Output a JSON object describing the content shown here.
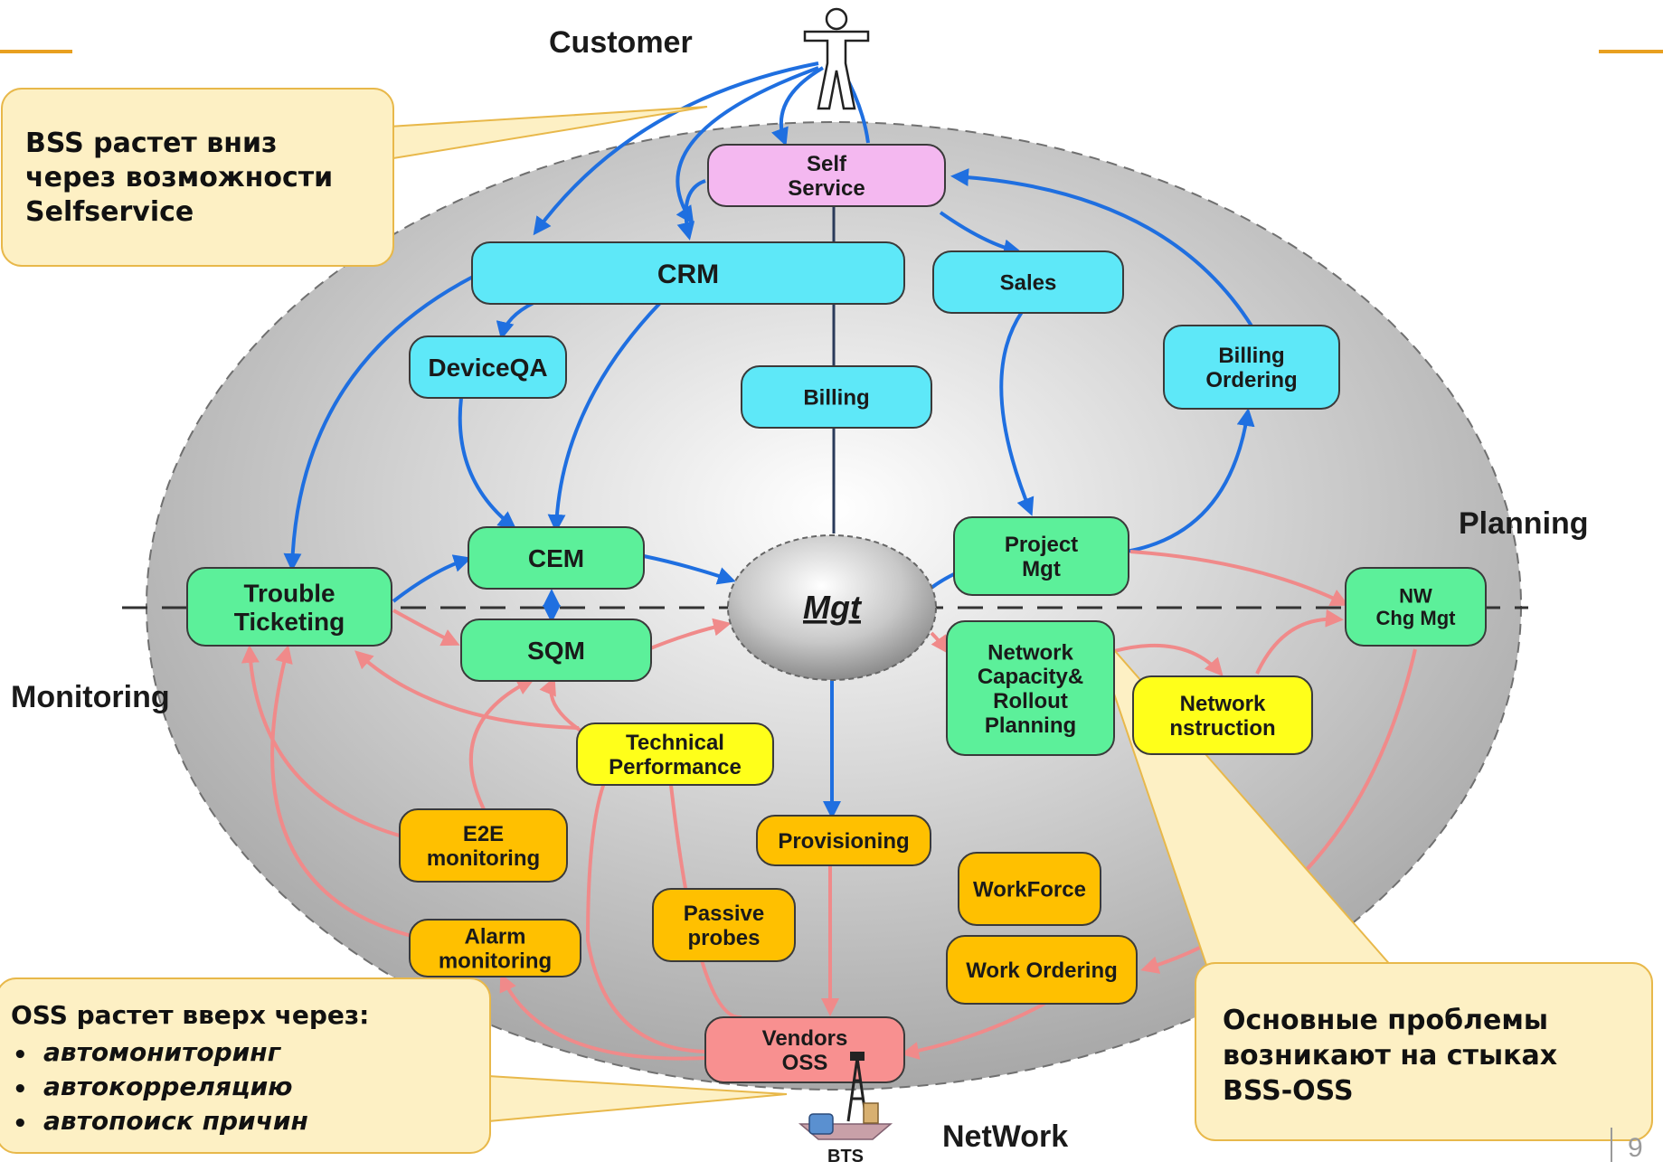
{
  "labels": {
    "customer": "Customer",
    "planning": "Planning",
    "monitoring": "Monitoring",
    "network": "NetWork",
    "bts": "BTS",
    "page_number": "9"
  },
  "nodes": {
    "self_service": [
      "Self",
      "Service"
    ],
    "crm": [
      "CRM"
    ],
    "sales": [
      "Sales"
    ],
    "device_qa": [
      "DeviceQA"
    ],
    "billing": [
      "Billing"
    ],
    "billing_ordering": [
      "Billing",
      "Ordering"
    ],
    "trouble_ticketing": [
      "Trouble",
      "Ticketing"
    ],
    "cem": [
      "CEM"
    ],
    "sqm": [
      "SQM"
    ],
    "mgt": [
      "Mgt"
    ],
    "project_mgt": [
      "Project",
      "Mgt"
    ],
    "nw_chg_mgt": [
      "NW",
      "Chg Mgt"
    ],
    "network_capacity": [
      "Network",
      "Capacity&",
      "Rollout",
      "Planning"
    ],
    "network_construction": [
      "Network",
      "nstruction"
    ],
    "technical_performance": [
      "Technical",
      "Performance"
    ],
    "e2e_monitoring": [
      "E2E",
      "monitoring"
    ],
    "provisioning": [
      "Provisioning"
    ],
    "workforce": [
      "WorkForce"
    ],
    "passive_probes": [
      "Passive",
      "probes"
    ],
    "alarm_monitoring": [
      "Alarm",
      "monitoring"
    ],
    "work_ordering": [
      "Work Ordering"
    ],
    "vendors_oss": [
      "Vendors",
      "OSS"
    ]
  },
  "callouts": {
    "bss": [
      "BSS растет вниз",
      "через возможности",
      "Selfservice"
    ],
    "oss_title": "OSS растет вверх через:",
    "oss_items": [
      "автомониторинг",
      "автокорреляцию",
      "автопоиск причин"
    ],
    "problems": [
      "Основные проблемы",
      "возникают на стыках",
      "BSS-OSS"
    ]
  },
  "colors": {
    "accent_line": "#e8a020",
    "blue_arrow": "#1f6fe0",
    "red_arrow": "#f08a8a",
    "pink_node": "#f4b8f0",
    "cyan_node": "#5ee8f8",
    "green_node": "#5cf09a",
    "yellow_node": "#ffff1a",
    "orange_node": "#ffc000",
    "salmon_node": "#f89090",
    "callout_fill": "#fdf0c4",
    "callout_border": "#e8b84a"
  }
}
